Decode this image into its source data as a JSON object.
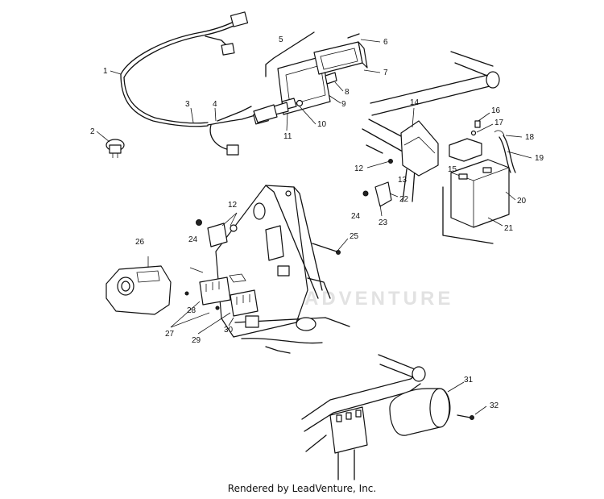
{
  "watermark": "ADVENTURE",
  "callouts": [
    "1",
    "2",
    "3",
    "4",
    "5",
    "6",
    "7",
    "8",
    "9",
    "10",
    "11",
    "12",
    "12",
    "13",
    "14",
    "15",
    "16",
    "17",
    "18",
    "19",
    "20",
    "21",
    "22",
    "23",
    "24",
    "24",
    "25",
    "26",
    "27",
    "28",
    "29",
    "30",
    "31",
    "32"
  ],
  "footer": "Rendered by LeadVenture, Inc."
}
